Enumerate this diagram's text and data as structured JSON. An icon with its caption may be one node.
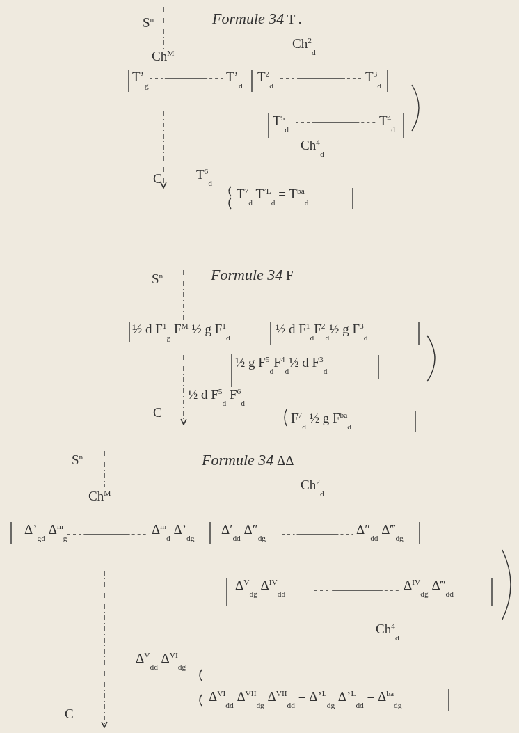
{
  "diagram": {
    "labels": [
      "S$^{n}$",
      "*Formule 34* T .",
      "Ch$^{M}$",
      "T’$_{g}$",
      "T’$_{d}$",
      "Ch$^{2}$$_{d}$",
      "T$^{2}$$_{d}$",
      "T$^{3}$$_{d}$",
      "T$^{5}$$_{d}$",
      "T$^{4}$$_{d}$",
      "Ch$^{4}$$_{d}$",
      "T$^{6}$$_{d}$",
      "T$^{7}$$_{d}$ T$^{’L}$$_{d}$ = T$^{ba}$$_{d}$",
      "C",
      "S$^{n}$",
      "*Formule 34* F",
      "½ d F$^{1}$$_{g}$ F$^{M}$ ½ g F$^{1}$$_{d}$",
      "½ d F$^{1}$$_{d}$F$^{2}$$_{d}$½ g F$^{3}$$_{d}$",
      "½ g F$^{5}$$_{d}$F$^{4}$$_{d}$½ d F$^{3}$$_{d}$",
      "½ d F$^{5}$$_{d}$ F$^{6}$$_{d}$",
      "F$^{7}$$_{d}$ ½ g F$^{ba}$$_{d}$",
      "C",
      "S$^{n}$",
      "*Formule 34* ΔΔ",
      "Ch$^{M}$",
      "Δ’$_{gd}$ Δ$^{m}$$_{g}$",
      "Δ$^{m}$$_{d}$ Δ’$_{dg}$",
      "Ch$^{2}$$_{d}$",
      "Δ′$_{dd}$ Δ″$_{dg}$",
      "Δ″$_{dd}$ Δ‴$_{dg}$",
      "Δ$^{V}$$_{dg}$ Δ$^{IV}$$_{dd}$",
      "Δ$^{IV}$$_{dg}$ Δ‴$_{dd}$",
      "Ch$^{4}$$_{d}$",
      "Δ$^{V}$$_{dd}$ Δ$^{VI}$$_{dg}$",
      "Δ$^{VI}$$_{dd}$ Δ$^{VII}$$_{dg}$ Δ$^{VII}$$_{dd}$ = Δ’$^{L}$$_{dg}$ Δ’$^{L}$$_{dd}$ = Δ$^{ba}$$_{dg}$",
      "C"
    ]
  }
}
